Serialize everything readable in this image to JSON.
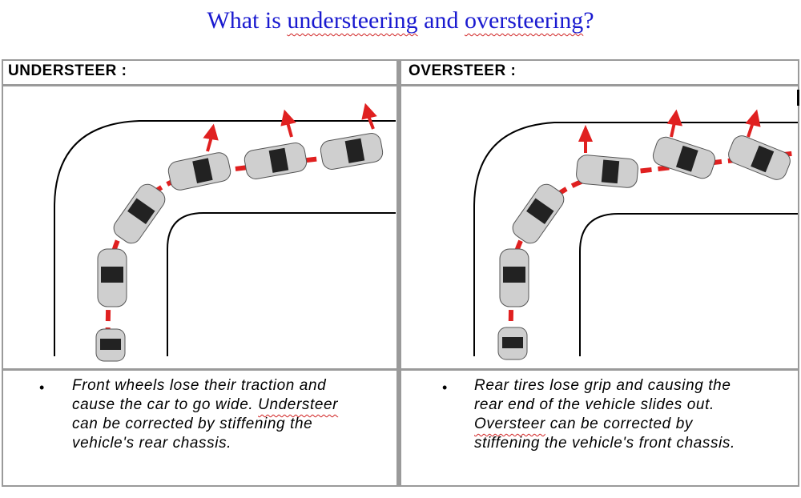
{
  "title": {
    "part1": "What is ",
    "word1": "understeering",
    "part2": " and ",
    "word2": "oversteering",
    "part3": "?"
  },
  "understeer": {
    "heading": "UNDERSTEER :",
    "bullet": "•",
    "line1": "Front wheels lose their traction and",
    "line2a": "cause the car   to go wide. ",
    "line2b": "Understeer",
    "line3": "can be corrected by stiffening the",
    "line4": "vehicle's rear chassis."
  },
  "oversteer": {
    "heading": "OVERSTEER :",
    "bullet": "•",
    "line1": "Rear tires lose grip and causing the",
    "line2": "rear end of the vehicle slides out.",
    "line3a": "Oversteer",
    "line3b": " can be corrected by",
    "line4": "stiffening the vehicle's front chassis."
  },
  "colors": {
    "title": "#1a1ad0",
    "trajectory": "#e02020",
    "border": "#9a9a9a"
  }
}
